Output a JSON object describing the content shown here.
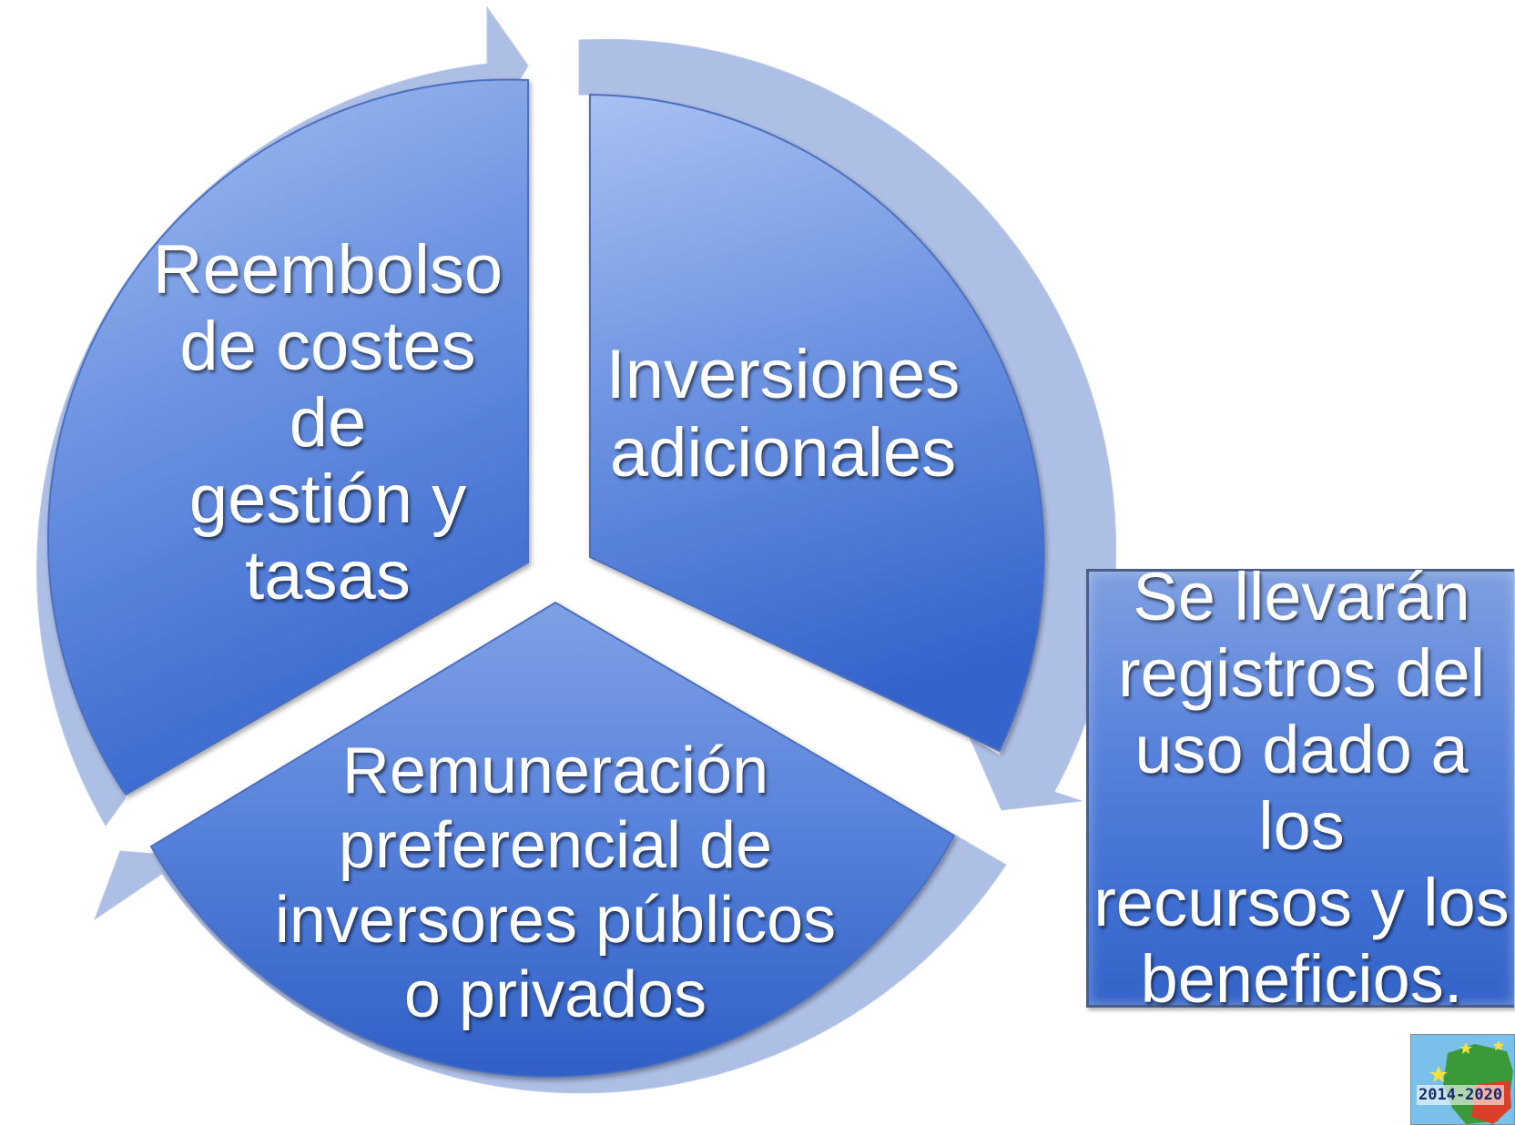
{
  "diagram": {
    "segments": [
      {
        "id": "top-left",
        "label": "Reembolso\nde costes de\ngestión y\ntasas"
      },
      {
        "id": "top-right",
        "label": "Inversiones\nadicionales"
      },
      {
        "id": "bottom",
        "label": "Remuneración\npreferencial de\ninversores públicos\no privados"
      }
    ],
    "side_box": {
      "label": "Se llevarán\nregistros del\nuso dado a los\nrecursos y los\nbeneficios."
    },
    "logo": {
      "text": "2014-2020"
    },
    "colors": {
      "ring": "#aebfe6",
      "segment_light": "#9bb6ee",
      "segment_dark": "#2f5fc6",
      "text": "#ffffff"
    }
  }
}
